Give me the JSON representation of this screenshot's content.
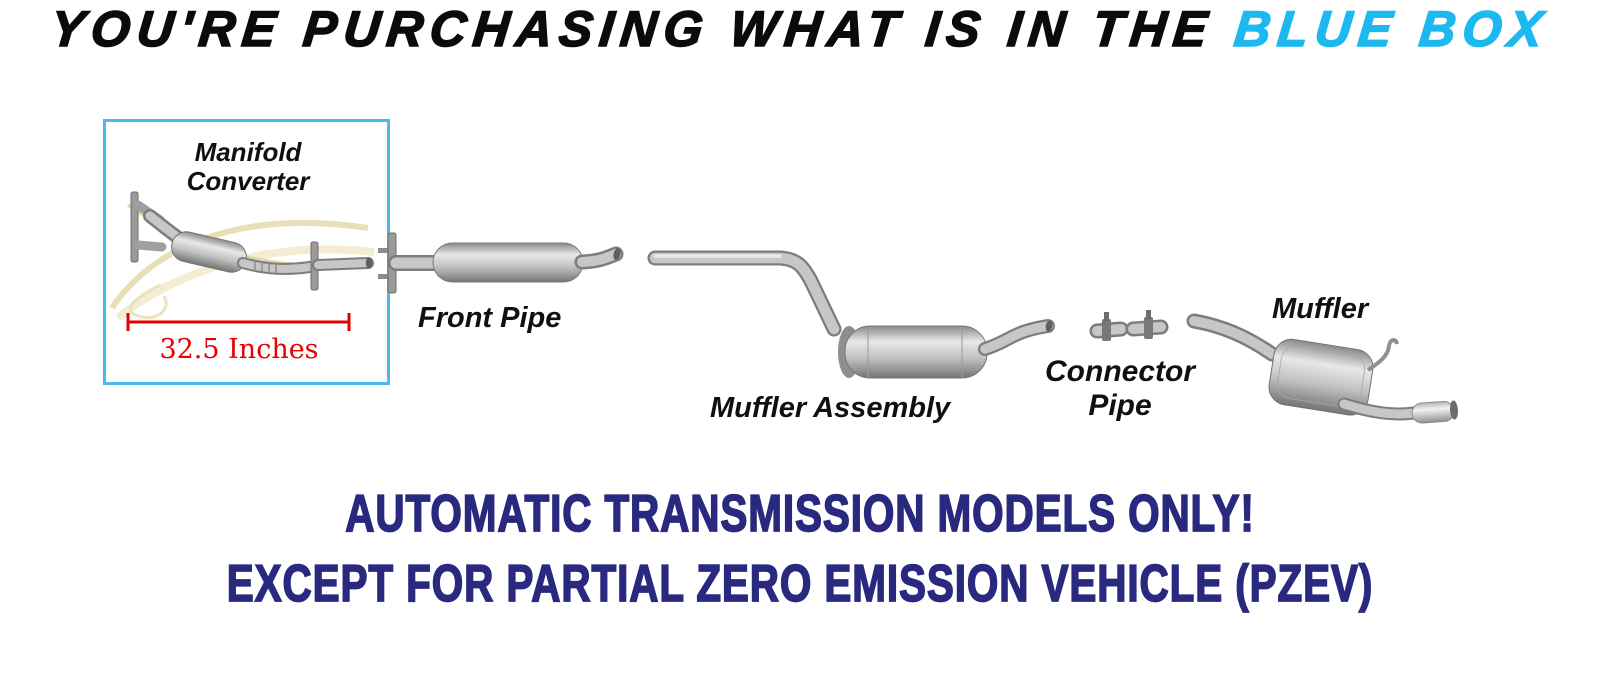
{
  "headline": {
    "prefix": "YOU'RE PURCHASING WHAT IS IN THE ",
    "highlight": "BLUE BOX"
  },
  "purchase_box": {
    "part_label": "Manifold Converter",
    "measurement": "32.5 Inches"
  },
  "diagram": {
    "parts": [
      {
        "id": "front-pipe",
        "label": "Front Pipe"
      },
      {
        "id": "muffler-assembly",
        "label": "Muffler Assembly"
      },
      {
        "id": "connector-pipe",
        "label": "Connector Pipe"
      },
      {
        "id": "muffler",
        "label": "Muffler"
      }
    ]
  },
  "footer": {
    "line1": "AUTOMATIC TRANSMISSION MODELS ONLY!",
    "line2": "EXCEPT FOR PARTIAL ZERO EMISSION VEHICLE (PZEV)"
  },
  "colors": {
    "highlight_blue": "#1cb8f0",
    "box_border": "#4db9eb",
    "navy": "#29297f",
    "measurement_red": "#e60000",
    "pipe_gray": "#c7c7c7"
  }
}
